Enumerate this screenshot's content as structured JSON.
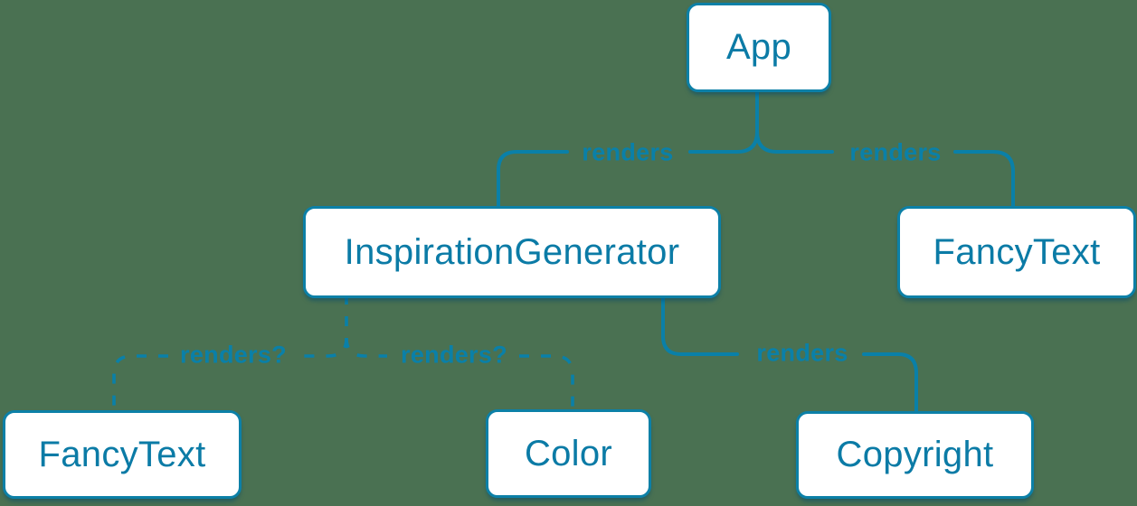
{
  "colors": {
    "background": "#4a7152",
    "accent_blue": "#0a80a8",
    "node_background": "#ffffff"
  },
  "diagram": {
    "type": "tree",
    "nodes": [
      {
        "id": "app",
        "label": "App"
      },
      {
        "id": "inspiration-generator",
        "label": "InspirationGenerator"
      },
      {
        "id": "fancy-text-top",
        "label": "FancyText"
      },
      {
        "id": "fancy-text-bottom",
        "label": "FancyText"
      },
      {
        "id": "color",
        "label": "Color"
      },
      {
        "id": "copyright",
        "label": "Copyright"
      }
    ],
    "edges": [
      {
        "from": "App",
        "to": "InspirationGenerator",
        "label": "renders",
        "style": "solid"
      },
      {
        "from": "App",
        "to": "FancyText",
        "label": "renders",
        "style": "solid"
      },
      {
        "from": "InspirationGenerator",
        "to": "FancyText",
        "label": "renders?",
        "style": "dashed"
      },
      {
        "from": "InspirationGenerator",
        "to": "Color",
        "label": "renders?",
        "style": "dashed"
      },
      {
        "from": "InspirationGenerator",
        "to": "Copyright",
        "label": "renders",
        "style": "solid"
      }
    ]
  }
}
